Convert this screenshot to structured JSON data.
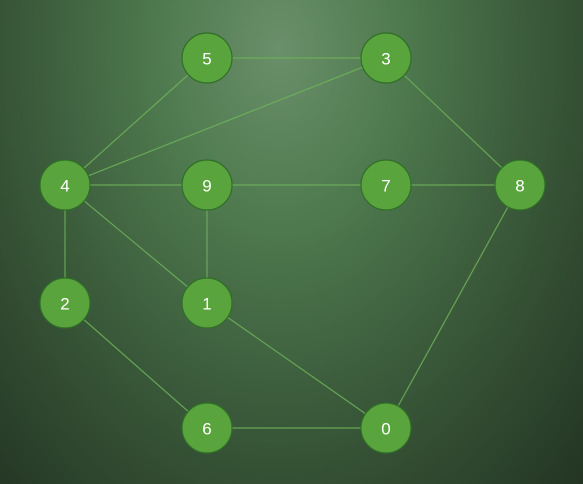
{
  "graph": {
    "nodes": [
      {
        "id": "5",
        "label": "5"
      },
      {
        "id": "3",
        "label": "3"
      },
      {
        "id": "4",
        "label": "4"
      },
      {
        "id": "9",
        "label": "9"
      },
      {
        "id": "7",
        "label": "7"
      },
      {
        "id": "8",
        "label": "8"
      },
      {
        "id": "2",
        "label": "2"
      },
      {
        "id": "1",
        "label": "1"
      },
      {
        "id": "6",
        "label": "6"
      },
      {
        "id": "0",
        "label": "0"
      }
    ],
    "edges": [
      [
        "5",
        "3"
      ],
      [
        "5",
        "4"
      ],
      [
        "3",
        "4"
      ],
      [
        "3",
        "8"
      ],
      [
        "4",
        "9"
      ],
      [
        "9",
        "7"
      ],
      [
        "7",
        "8"
      ],
      [
        "4",
        "2"
      ],
      [
        "4",
        "1"
      ],
      [
        "9",
        "1"
      ],
      [
        "2",
        "6"
      ],
      [
        "1",
        "0"
      ],
      [
        "6",
        "0"
      ],
      [
        "8",
        "0"
      ]
    ],
    "colors": {
      "node_fill": "#5aa43d",
      "node_border": "#2f6e27",
      "edge": "#6fb35a",
      "label": "#ffffff"
    }
  }
}
